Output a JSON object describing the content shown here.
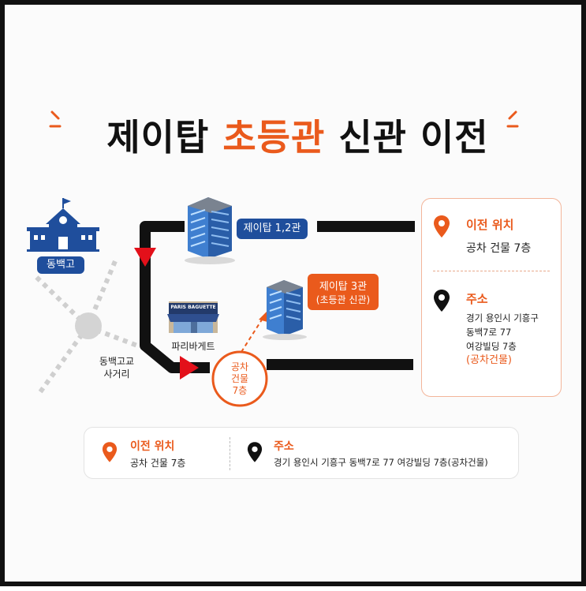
{
  "title": {
    "part1": "제이탑",
    "accent": "초등관",
    "part2": "신관 이전"
  },
  "map": {
    "school_label": "동백고",
    "intersection_label_1": "동백고교",
    "intersection_label_2": "사거리",
    "bakery_sign": "PARIS BAGUETTE",
    "bakery_label": "파리바게트",
    "building1_label": "제이탑 1,2관",
    "building3_label_1": "제이탑 3관",
    "building3_label_2": "(초등관 신관)",
    "circle_label_1": "공차",
    "circle_label_2": "건물",
    "circle_label_3": "7층"
  },
  "card": {
    "move_title": "이전 위치",
    "move_value": "공차 건물 7층",
    "addr_title": "주소",
    "addr_line1": "경기 용인시 기흥구",
    "addr_line2": "동백7로 77",
    "addr_line3": "여강빌딩 7층",
    "addr_line4": "(공차건물)"
  },
  "bottom": {
    "move_title": "이전 위치",
    "move_value": "공차 건물 7층",
    "addr_title": "주소",
    "addr_value": "경기 용인시 기흥구 동백7로 77 여강빌딩 7층(공차건물)"
  },
  "colors": {
    "accent": "#ea5a1c",
    "navy": "#1f4e9c",
    "road": "#111111",
    "red_arrow": "#e3101a"
  },
  "icons": [
    "school-icon",
    "building-icon",
    "bakery-icon",
    "location-pin-icon",
    "map-pin-icon",
    "arrow-icon"
  ]
}
